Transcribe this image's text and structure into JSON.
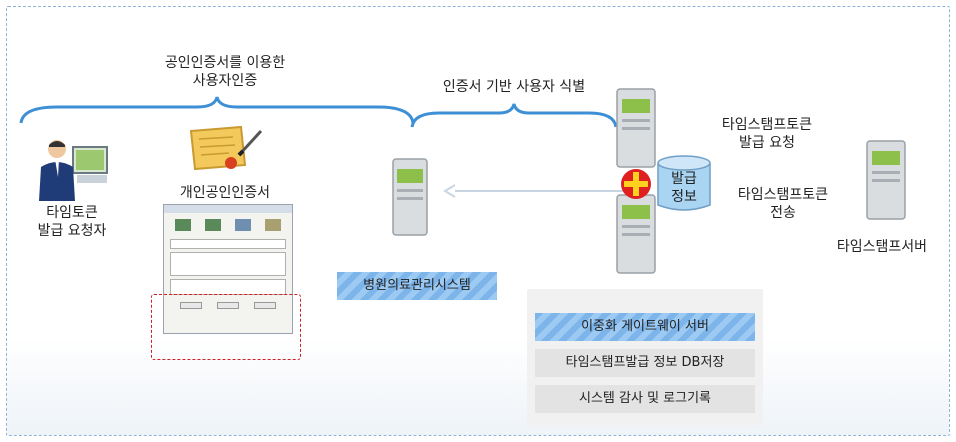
{
  "labels": {
    "public_cert_auth_line1": "공인인증서를 이용한",
    "public_cert_auth_line2": "사용자인증",
    "cert_user_id": "인증서 기반 사용자 식별",
    "requester_line1": "타임토큰",
    "requester_line2": "발급 요청자",
    "personal_cert": "개인공인인증서",
    "hospital_system": "병원의료관리시스템",
    "issue_info_line1": "발급",
    "issue_info_line2": "정보",
    "ts_request_line1": "타임스탬프토큰",
    "ts_request_line2": "발급 요청",
    "ts_send_line1": "타임스탬프토큰",
    "ts_send_line2": "전송",
    "ts_server": "타임스탬프서버"
  },
  "gateway_features": [
    "이중화 게이트웨이 서버",
    "타임스탬프발급 정보 DB저장",
    "시스템 감사 및 로그기록"
  ],
  "colors": {
    "accent_blue": "#7db5ea",
    "database": "#a9d4f2",
    "plus_red": "#e02020",
    "plus_yellow": "#ffd21f",
    "dashed_red": "#cc2222",
    "brace": "#3d8fd6"
  }
}
